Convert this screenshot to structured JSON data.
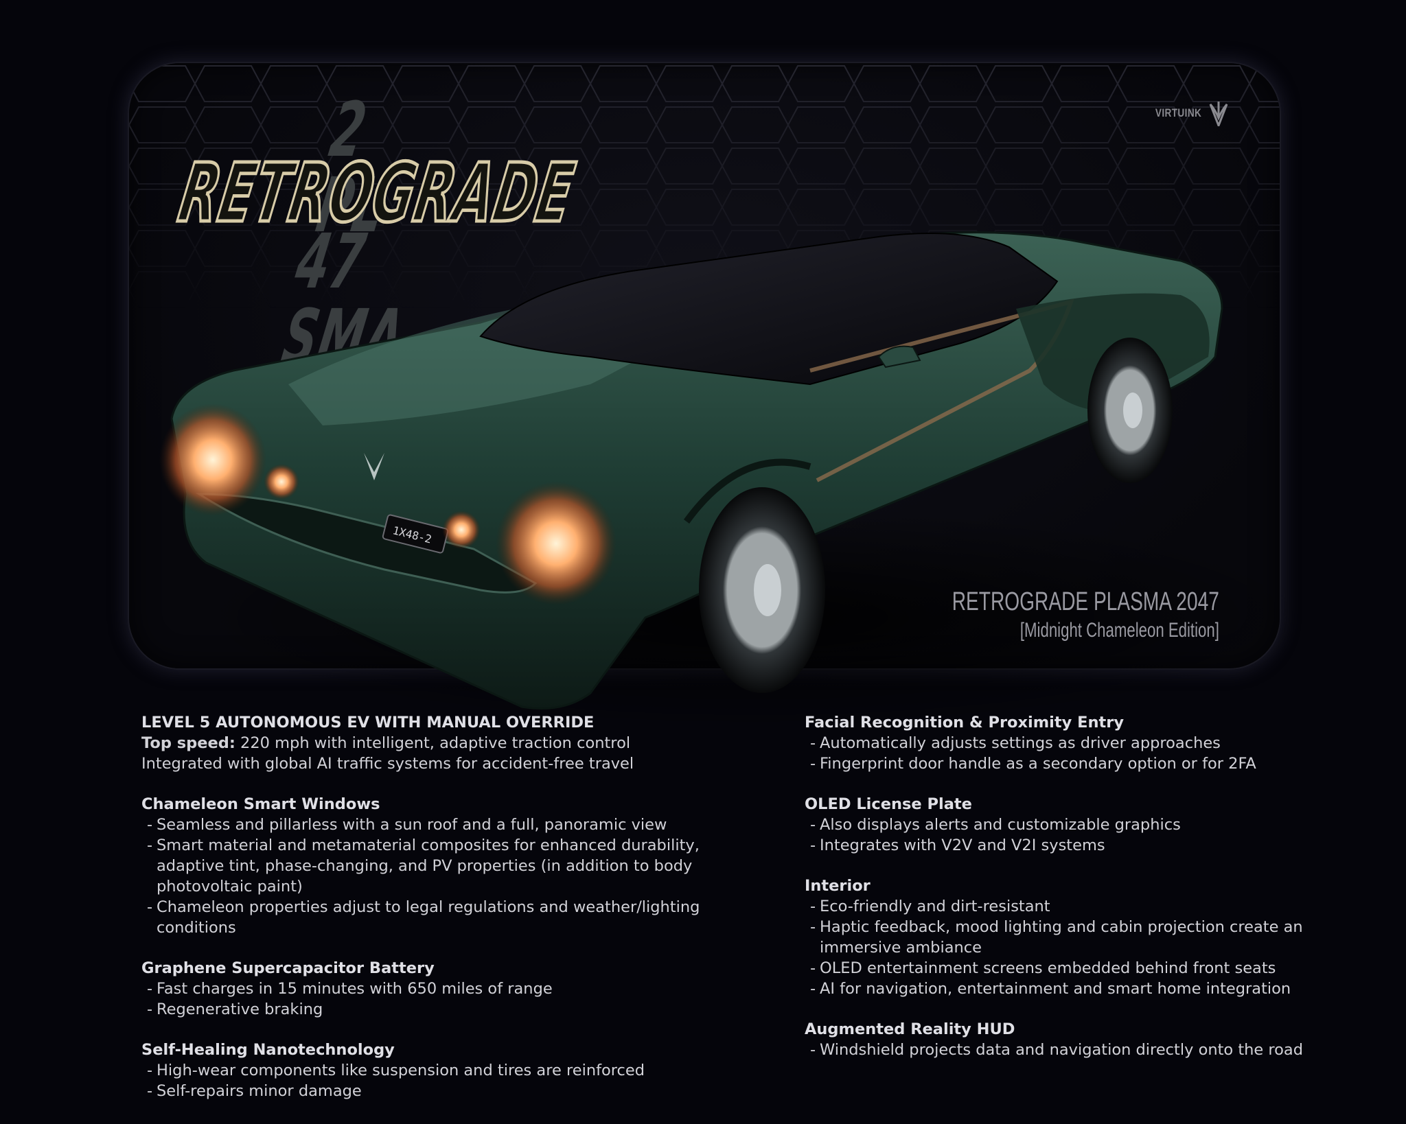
{
  "brand": {
    "logo_text": "VIRTUINK"
  },
  "badge": {
    "line_top": "2 PL",
    "line_main": "RETROGRADE",
    "line_bottom": "47 SMA"
  },
  "plate_text": "1X48-2",
  "model": {
    "name": "RETROGRADE PLASMA 2047",
    "edition": "[Midnight Chameleon Edition]"
  },
  "intro": {
    "headline": "LEVEL 5 AUTONOMOUS EV WITH MANUAL OVERRIDE",
    "speed_label": "Top speed:",
    "speed_value": " 220 mph with intelligent, adaptive traction control",
    "line3": "Integrated with global AI traffic systems for accident-free travel"
  },
  "left_sections": [
    {
      "title": "Chameleon Smart Windows",
      "items": [
        "Seamless and pillarless with a sun roof and a full, panoramic view",
        "Smart material and metamaterial composites for enhanced durability, adaptive tint, phase-changing, and PV properties (in addition to body photovoltaic paint)",
        "Chameleon properties adjust to legal regulations and weather/lighting conditions"
      ]
    },
    {
      "title": "Graphene Supercapacitor Battery",
      "items": [
        "Fast charges in 15 minutes with 650 miles of range",
        "Regenerative braking"
      ]
    },
    {
      "title": "Self-Healing Nanotechnology",
      "items": [
        "High-wear components like suspension and tires are reinforced",
        "Self-repairs minor damage"
      ]
    }
  ],
  "right_sections": [
    {
      "title": "Facial Recognition & Proximity Entry",
      "items": [
        "Automatically adjusts settings as driver approaches",
        "Fingerprint door handle as a secondary option or for 2FA"
      ]
    },
    {
      "title": "OLED License Plate",
      "items": [
        "Also displays alerts and customizable graphics",
        "Integrates with V2V and V2I systems"
      ]
    },
    {
      "title": "Interior",
      "items": [
        "Eco-friendly and dirt-resistant",
        "Haptic feedback, mood lighting and cabin projection create an immersive ambiance",
        "OLED entertainment screens embedded behind front seats",
        "AI for navigation, entertainment and smart home integration"
      ]
    },
    {
      "title": "Augmented Reality HUD",
      "items": [
        "Windshield projects data and navigation directly onto the road"
      ]
    }
  ],
  "colors": {
    "background": "#05050b",
    "car_body": "#1f3d34",
    "headlight": "#ffb070",
    "badge_outline": "#d8cca8"
  }
}
